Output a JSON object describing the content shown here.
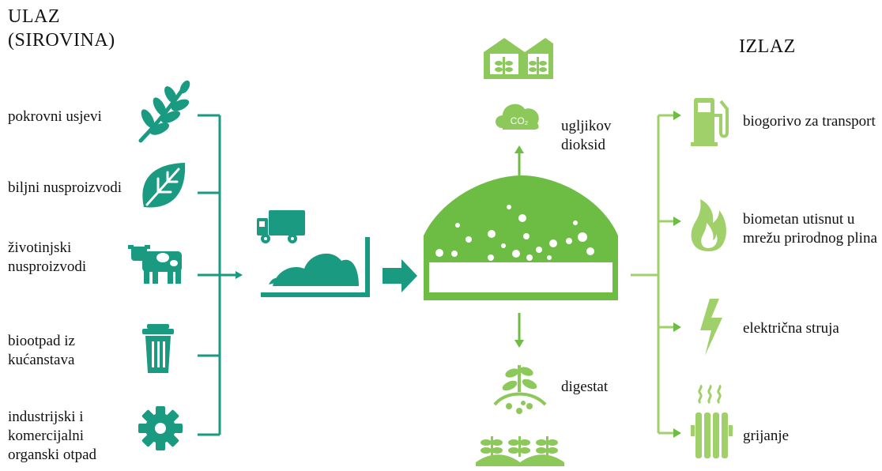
{
  "input": {
    "heading": "ULAZ\n(SIROVINA)",
    "items": [
      {
        "label": "pokrovni usjevi",
        "icon": "wheat-icon"
      },
      {
        "label": "biljni nusproizvodi",
        "icon": "leaf-icon"
      },
      {
        "label": "životinjski\nnusproizvodi",
        "icon": "cow-icon"
      },
      {
        "label": "biootpad iz\nkućanstava",
        "icon": "trash-bin-icon"
      },
      {
        "label": "industrijski i\nkomercijalni\norganski otpad",
        "icon": "gear-icon"
      }
    ]
  },
  "process": {
    "co2_label": "ugljikov\ndioksid",
    "co2_icon_text": "CO₂",
    "digestate_label": "digestat"
  },
  "output": {
    "heading": "IZLAZ",
    "items": [
      {
        "label": "biogorivo za transport",
        "icon": "fuel-pump-icon"
      },
      {
        "label": "biometan utisnut u\nmrežu prirodnog plina",
        "icon": "flame-icon"
      },
      {
        "label": "električna struja",
        "icon": "lightning-icon"
      },
      {
        "label": "grijanje",
        "icon": "radiator-icon"
      }
    ]
  },
  "colors": {
    "teal": "#1a9a80",
    "green": "#6dbd45",
    "light_green": "#9fd069"
  }
}
